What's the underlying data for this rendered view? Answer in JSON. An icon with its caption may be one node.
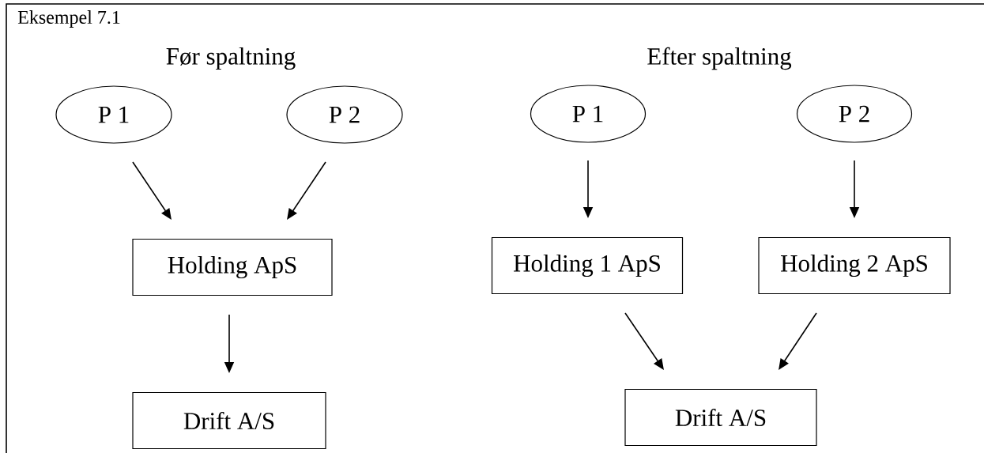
{
  "diagram": {
    "title": "Eksempel 7.1",
    "nodes": [
      {
        "text": [
          "P 1"
        ]
      },
      {
        "text": [
          "P 2"
        ]
      },
      {
        "text": [
          "Holding ApS"
        ]
      },
      {
        "text": [
          "Drift A/S"
        ]
      },
      {
        "text": [
          "P 1"
        ]
      },
      {
        "text": [
          "P 2"
        ]
      },
      {
        "text": [
          "Holding 1 ApS"
        ]
      },
      {
        "text": [
          "Holding 2 ApS"
        ]
      },
      {
        "text": [
          "Drift A/S"
        ]
      }
    ],
    "edges": [
      {
        "from": 0,
        "to": 2,
        "arrow": "to"
      },
      {
        "from": 1,
        "to": 2,
        "arrow": "to"
      },
      {
        "from": 2,
        "to": 3,
        "arrow": "to"
      },
      {
        "from": 4,
        "to": 6,
        "arrow": "to"
      },
      {
        "from": 5,
        "to": 7,
        "arrow": "to"
      },
      {
        "from": 6,
        "to": 8,
        "arrow": "to"
      },
      {
        "from": 7,
        "to": 8,
        "arrow": "to"
      }
    ],
    "labels": [
      "Før spaltning",
      "Efter spaltning"
    ]
  }
}
